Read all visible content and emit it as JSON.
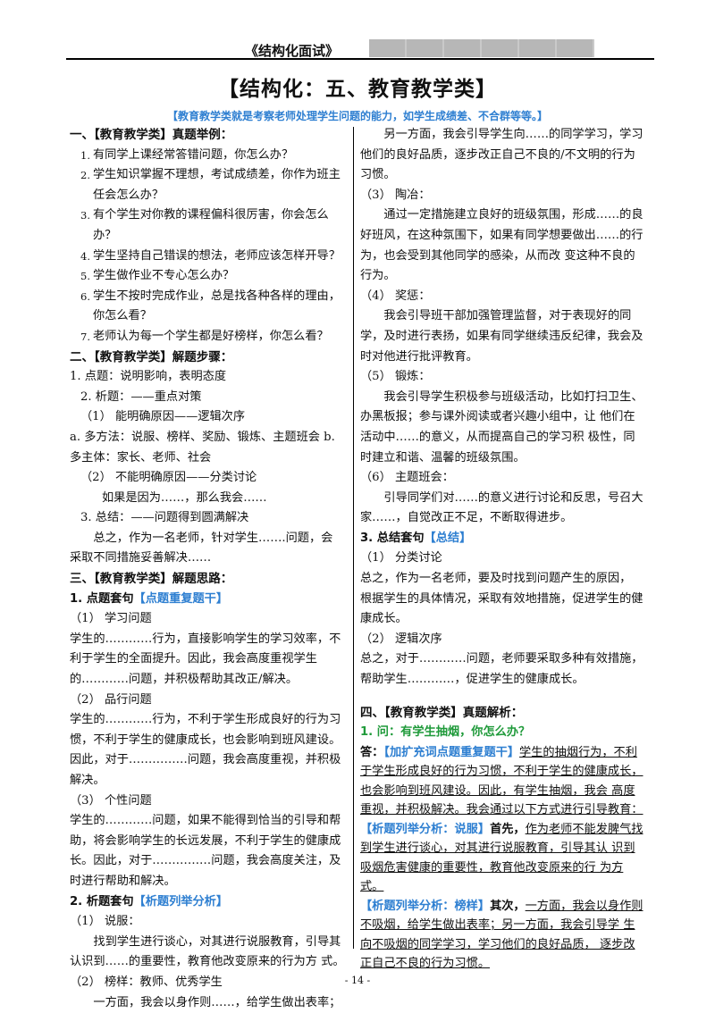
{
  "header": {
    "title": "《结构化面试》"
  },
  "page_heading": "【结构化：五、教育教学类】",
  "intro": "【教育教学类就是考察老师处理学生问题的能力，如学生成绩差、不合群等等。】",
  "left": {
    "s1_title": "一、【教育教学类】真题举例：",
    "questions": [
      "有同学上课经常答错问题，你怎么办？",
      "学生知识掌握不理想，考试成绩差，你作为班主任会怎么办？",
      "有个学生对你教的课程偏科很厉害，你会怎么办？",
      "学生坚持自己错误的想法，老师应该怎样开导？",
      "学生做作业不专心怎么办？",
      "学生不按时完成作业，总是找各种各样的理由，你怎么看？",
      "老师认为每一个学生都是好榜样，你怎么看？"
    ],
    "q_nums": [
      "1.",
      "2.",
      "3.",
      "4.",
      "5.",
      "6.",
      "7."
    ],
    "s2_title": "二、【教育教学类】解题步骤：",
    "s2_lines": [
      "1.        点题：说明影响，表明态度",
      "2. 析题：——重点对策",
      "（1） 能明确原因——逻辑次序",
      "a. 多方法：说服、榜样、奖励、锻炼、主题班会 b. 多主体：家长、老师、社会",
      "（2） 不能明确原因——分类讨论",
      "如果是因为……，那么我会……",
      "3. 总结：——问题得到圆满解决",
      "总之，作为一名老师，针对学生…….问题，会 采取不同措施妥善解决……"
    ],
    "s3_title": "三、【教育教学类】解题思路：",
    "p1_label": "1. 点题套句",
    "p1_tag": "【点题重复题干】",
    "p1_items": [
      {
        "h": "（1） 学习问题",
        "t": "学生的…………行为，直接影响学生的学习效率，不利于学生的全面提升。因此，我会高度重视学生的…………问题，并积极帮助其改正/解决。"
      },
      {
        "h": "（2） 品行问题",
        "t": "学生的…………行为，不利于学生形成良好的行为习惯，不利于学生的健康成长，也会影响到班风建设。因此，对于……………问题，我会高度重视，并积极解决。"
      },
      {
        "h": "（3） 个性问题",
        "t": "学生的…………问题，如果不能得到恰当的引导和帮助，将会影响学生的长远发展，不利于学生的健康成长。因此，对于……………问题，我会高度关注，及时进行帮助和解决。"
      }
    ],
    "p2_label": "2. 析题套句",
    "p2_tag": "【析题列举分析】",
    "p2_h1": "（1） 说服：",
    "p2_t1": "找到学生进行谈心，对其进行说服教育，引导其认识到……的重要性，教育他改变原来的行为方 式。",
    "p2_h2": "（2） 榜样：教师、优秀学生",
    "p2_t2": "一方面，我会以身作则……，给学生做出表率；"
  },
  "right": {
    "r_intro": "另一方面，我会引导学生向……的同学学习，学习他们的良好品质，逐步改正自己不良的/不文明的行为习惯。",
    "items": [
      {
        "h": "（3） 陶冶：",
        "t": "通过一定措施建立良好的班级氛围，形成……的良好班风，在这种氛围下，如果有同学想要做出……的行为，也会受到其他同学的感染，从而改 变这种不良的行为。"
      },
      {
        "h": "（4） 奖惩：",
        "t": "我会引导班干部加强管理监督，对于表现好的同学，及时进行表扬，如果有同学继续违反纪律，我会及时对他进行批评教育。"
      },
      {
        "h": "（5） 锻炼：",
        "t": "我会引导学生积极参与班级活动，比如打扫卫生、办黑板报；参与课外阅读或者兴趣小组中，让 他们在活动中……的意义，从而提高自己的学习积 极性，同时建立和谐、温馨的班级氛围。"
      },
      {
        "h": "（6） 主题班会：",
        "t": "引导同学们对……的意义进行讨论和反思，号召大家……，自觉改正不足，不断取得进步。"
      }
    ],
    "p3_label": "3. 总结套句",
    "p3_tag": "【总结】",
    "p3_h1": "（1） 分类讨论",
    "p3_t1": "总之，作为一名老师，要及时找到问题产生的原因， 根据学生的具体情况，采取有效地措施，促进学生的健康成长。",
    "p3_h2": "（2） 逻辑次序",
    "p3_t2": "总之，对于…………问题，老师要采取多种有效措施，帮助学生…………，促进学生的健康成长。",
    "s4_title": "四、【教育教学类】真题解析：",
    "q1": "1. 问：有学生抽烟，你怎么办？",
    "ans_label": "答：",
    "ans_tag": "【加扩充词点题重复题干】",
    "ans_text": "学生的抽烟行为，不利于学生形成良好的行为习惯，不利于学生的健康成长，也会影响到班风建设。因此，有学生抽烟，我会 高度重视，并积极解决。我会通过以下方式进行引导教育：",
    "a1_tag": "【析题列举分析：说服】",
    "a1_lead": "首先，",
    "a1_text": "作为老师不能发脾气找到学生进行谈心，对其进行说服教育，引导其认 识到吸烟危害健康的重要性，教育他改变原来的行 为方式。",
    "a2_tag": "【析题列举分析：榜样】",
    "a2_lead": "其次，",
    "a2_text": "一方面，我会以身作则不吸烟，给学生做出表率；另一方面，我会引导学 生向不吸烟的同学学习，学习他们的良好品质， 逐步改正自己不良的行为习惯。"
  },
  "footer": {
    "page": "- 14 -"
  }
}
